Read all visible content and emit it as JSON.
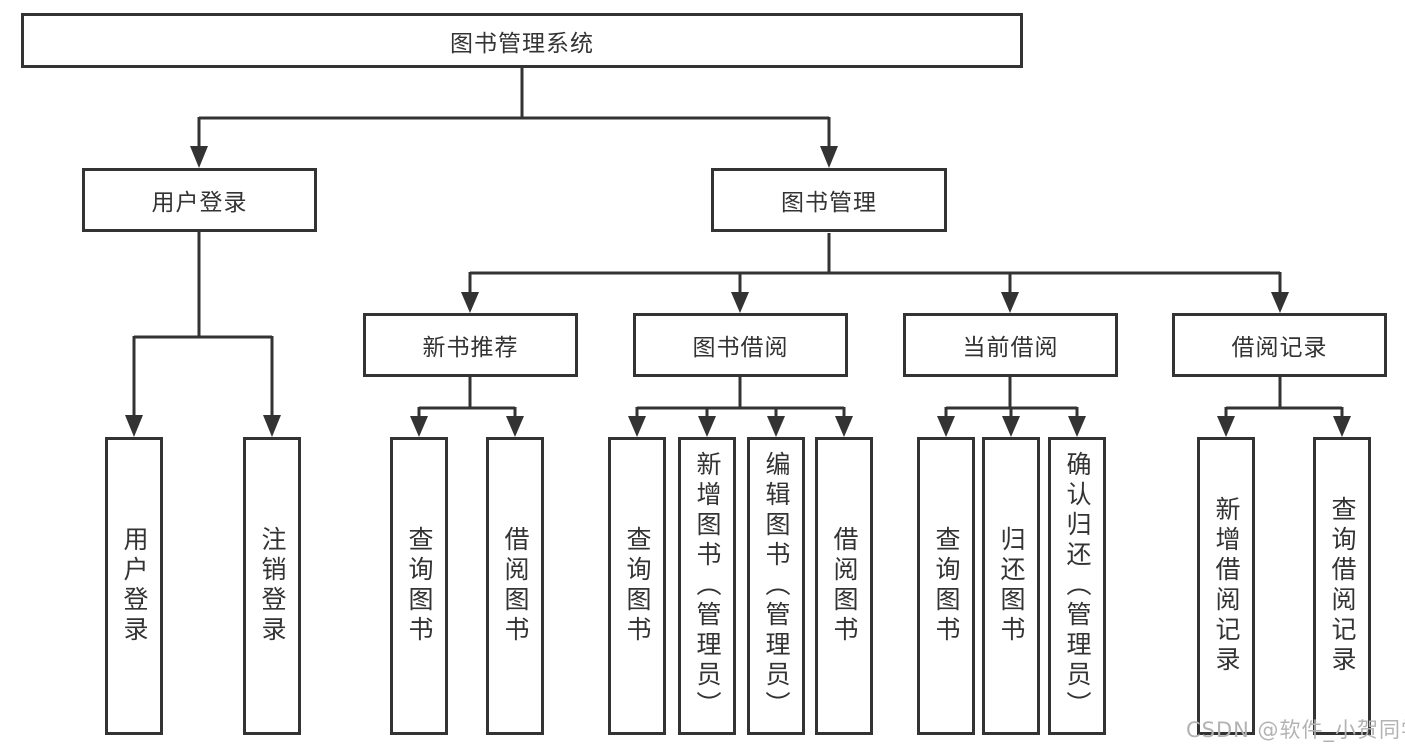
{
  "tree": {
    "label": "图书管理系统",
    "children": [
      {
        "label": "用户登录",
        "children": [
          {
            "label": "用户登录"
          },
          {
            "label": "注销登录"
          }
        ]
      },
      {
        "label": "图书管理",
        "children": [
          {
            "label": "新书推荐",
            "children": [
              {
                "label": "查询图书"
              },
              {
                "label": "借阅图书"
              }
            ]
          },
          {
            "label": "图书借阅",
            "children": [
              {
                "label": "查询图书"
              },
              {
                "label": "新增图书（管理员）"
              },
              {
                "label": "编辑图书（管理员）"
              },
              {
                "label": "借阅图书"
              }
            ]
          },
          {
            "label": "当前借阅",
            "children": [
              {
                "label": "查询图书"
              },
              {
                "label": "归还图书"
              },
              {
                "label": "确认归还（管理员）"
              }
            ]
          },
          {
            "label": "借阅记录",
            "children": [
              {
                "label": "新增借阅记录"
              },
              {
                "label": "查询借阅记录"
              }
            ]
          }
        ]
      }
    ]
  },
  "watermark": "CSDN @软件_小贺同学",
  "colors": {
    "line": "#333333",
    "box_background": "#ffffff",
    "watermark": "#b3b3b3"
  }
}
